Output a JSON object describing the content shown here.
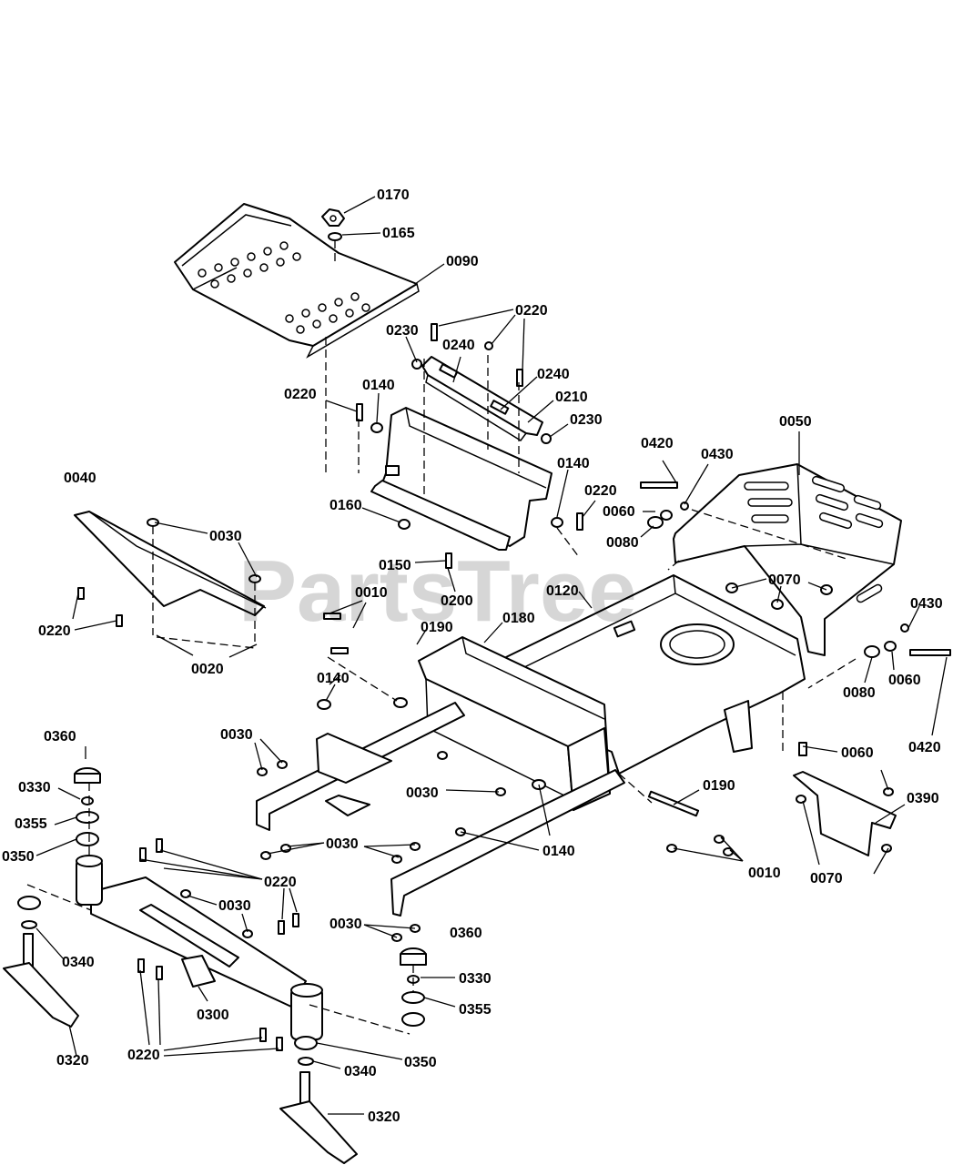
{
  "watermark": "PartsTree",
  "colors": {
    "line": "#000000",
    "background": "#ffffff",
    "watermark": "#c8c8c8"
  },
  "callouts": [
    {
      "id": "c1",
      "label": "0170"
    },
    {
      "id": "c2",
      "label": "0165"
    },
    {
      "id": "c3",
      "label": "0090"
    },
    {
      "id": "c4",
      "label": "0220"
    },
    {
      "id": "c5",
      "label": "0230"
    },
    {
      "id": "c6",
      "label": "0240"
    },
    {
      "id": "c7",
      "label": "0240"
    },
    {
      "id": "c8",
      "label": "0210"
    },
    {
      "id": "c9",
      "label": "0230"
    },
    {
      "id": "c10",
      "label": "0220"
    },
    {
      "id": "c11",
      "label": "0140"
    },
    {
      "id": "c12",
      "label": "0050"
    },
    {
      "id": "c13",
      "label": "0420"
    },
    {
      "id": "c14",
      "label": "0430"
    },
    {
      "id": "c15",
      "label": "0040"
    },
    {
      "id": "c16",
      "label": "0140"
    },
    {
      "id": "c17",
      "label": "0220"
    },
    {
      "id": "c18",
      "label": "0060"
    },
    {
      "id": "c19",
      "label": "0080"
    },
    {
      "id": "c20",
      "label": "0160"
    },
    {
      "id": "c21",
      "label": "0030"
    },
    {
      "id": "c22",
      "label": "0150"
    },
    {
      "id": "c23",
      "label": "0200"
    },
    {
      "id": "c24",
      "label": "0120"
    },
    {
      "id": "c25",
      "label": "0070"
    },
    {
      "id": "c26",
      "label": "0010"
    },
    {
      "id": "c27",
      "label": "0190"
    },
    {
      "id": "c28",
      "label": "0180"
    },
    {
      "id": "c29",
      "label": "0430"
    },
    {
      "id": "c30",
      "label": "0220"
    },
    {
      "id": "c31",
      "label": "0020"
    },
    {
      "id": "c32",
      "label": "0140"
    },
    {
      "id": "c33",
      "label": "0080"
    },
    {
      "id": "c34",
      "label": "0060"
    },
    {
      "id": "c35",
      "label": "0420"
    },
    {
      "id": "c36",
      "label": "0360"
    },
    {
      "id": "c37",
      "label": "0030"
    },
    {
      "id": "c38",
      "label": "0060"
    },
    {
      "id": "c39",
      "label": "0330"
    },
    {
      "id": "c40",
      "label": "0030"
    },
    {
      "id": "c41",
      "label": "0190"
    },
    {
      "id": "c42",
      "label": "0355"
    },
    {
      "id": "c43",
      "label": "0390"
    },
    {
      "id": "c44",
      "label": "0030"
    },
    {
      "id": "c45",
      "label": "0140"
    },
    {
      "id": "c46",
      "label": "0350"
    },
    {
      "id": "c47",
      "label": "0220"
    },
    {
      "id": "c48",
      "label": "0010"
    },
    {
      "id": "c49",
      "label": "0070"
    },
    {
      "id": "c50",
      "label": "0030"
    },
    {
      "id": "c51",
      "label": "0030"
    },
    {
      "id": "c52",
      "label": "0360"
    },
    {
      "id": "c53",
      "label": "0340"
    },
    {
      "id": "c54",
      "label": "0330"
    },
    {
      "id": "c55",
      "label": "0300"
    },
    {
      "id": "c56",
      "label": "0355"
    },
    {
      "id": "c57",
      "label": "0320"
    },
    {
      "id": "c58",
      "label": "0220"
    },
    {
      "id": "c59",
      "label": "0350"
    },
    {
      "id": "c60",
      "label": "0340"
    },
    {
      "id": "c61",
      "label": "0320"
    }
  ]
}
